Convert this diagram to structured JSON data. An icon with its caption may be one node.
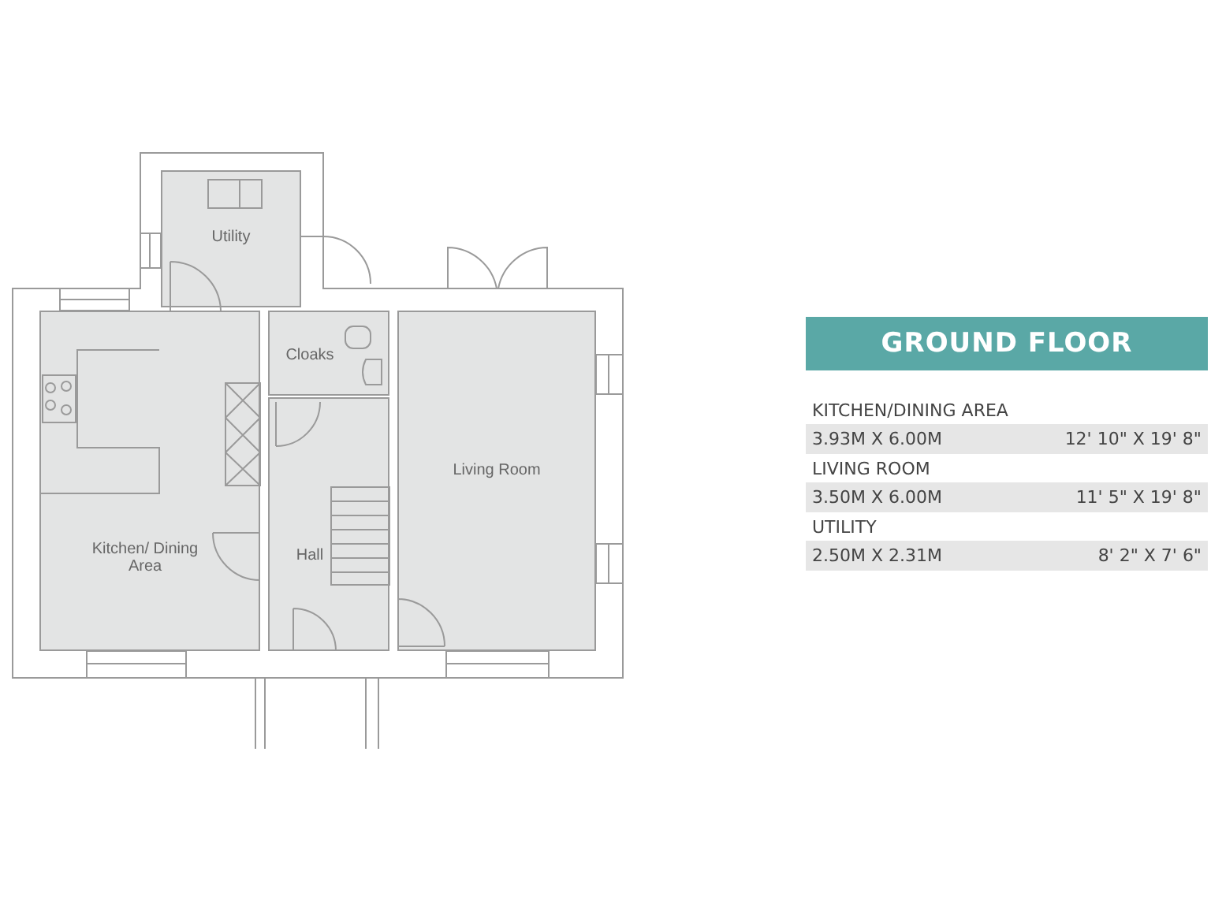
{
  "diagram": {
    "title": "GROUND FLOOR",
    "nodes": [
      {
        "text": [
          "Utility"
        ]
      },
      {
        "text": [
          "Cloaks"
        ]
      },
      {
        "text": [
          "Kitchen/ Dining Area"
        ]
      },
      {
        "text": [
          "Hall"
        ]
      },
      {
        "text": [
          "Living Room"
        ]
      }
    ],
    "labels": [
      "KITCHEN/DINING AREA",
      "3.93M X 6.00M",
      "12' 10\" X 19' 8\"",
      "LIVING ROOM",
      "3.50M X 6.00M",
      "11' 5\" X 19' 8\"",
      "UTILITY",
      "2.50M X 2.31M",
      "8' 2\" X 7' 6\""
    ]
  }
}
